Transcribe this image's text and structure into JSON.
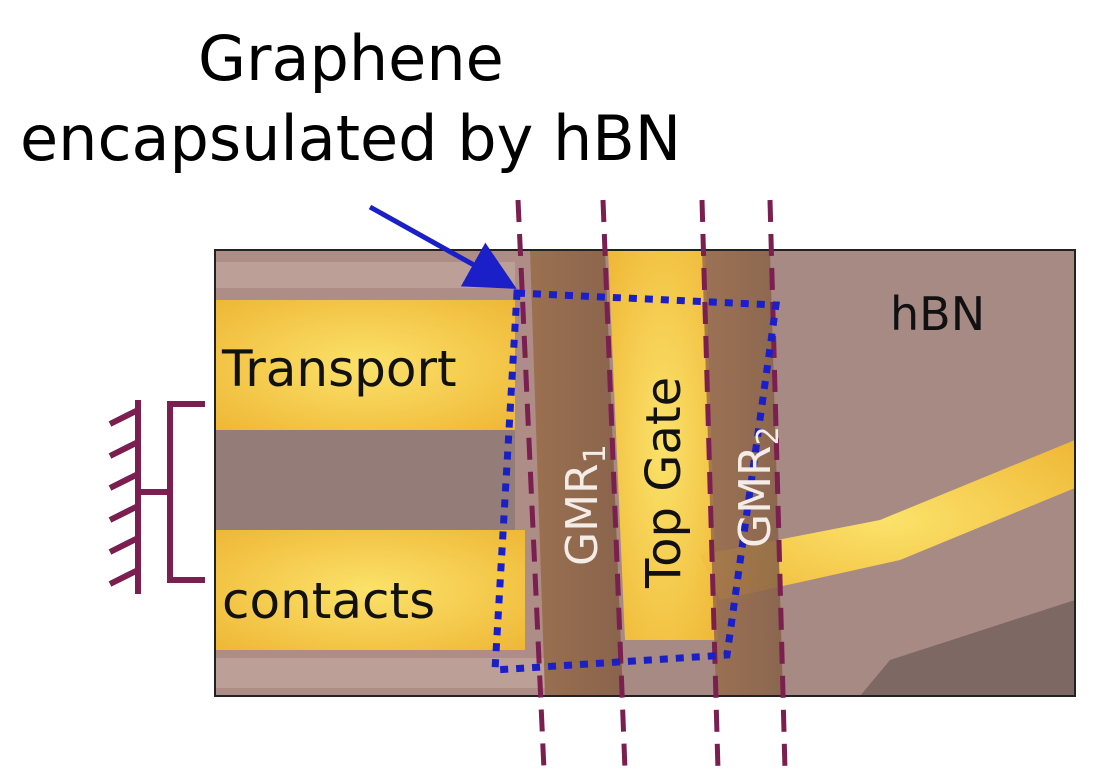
{
  "title": {
    "line1": "Graphene",
    "line2": "encapsulated by hBN"
  },
  "labels": {
    "hbn": "hBN",
    "transport": "Transport",
    "contacts": "contacts",
    "top_gate": "Top Gate",
    "gmr1_base": "GMR",
    "gmr1_sub": "1",
    "gmr2_base": "GMR",
    "gmr2_sub": "2"
  },
  "colors": {
    "arrow": "#1a1fc8",
    "graphene_outline": "#1a1fc8",
    "dashed_lines": "#7a1f4f",
    "ground_symbol": "#7a1f4f",
    "gold": "#f2c23a",
    "hbn_substrate": "#a88a84",
    "gmr_strip": "#8c6246"
  }
}
